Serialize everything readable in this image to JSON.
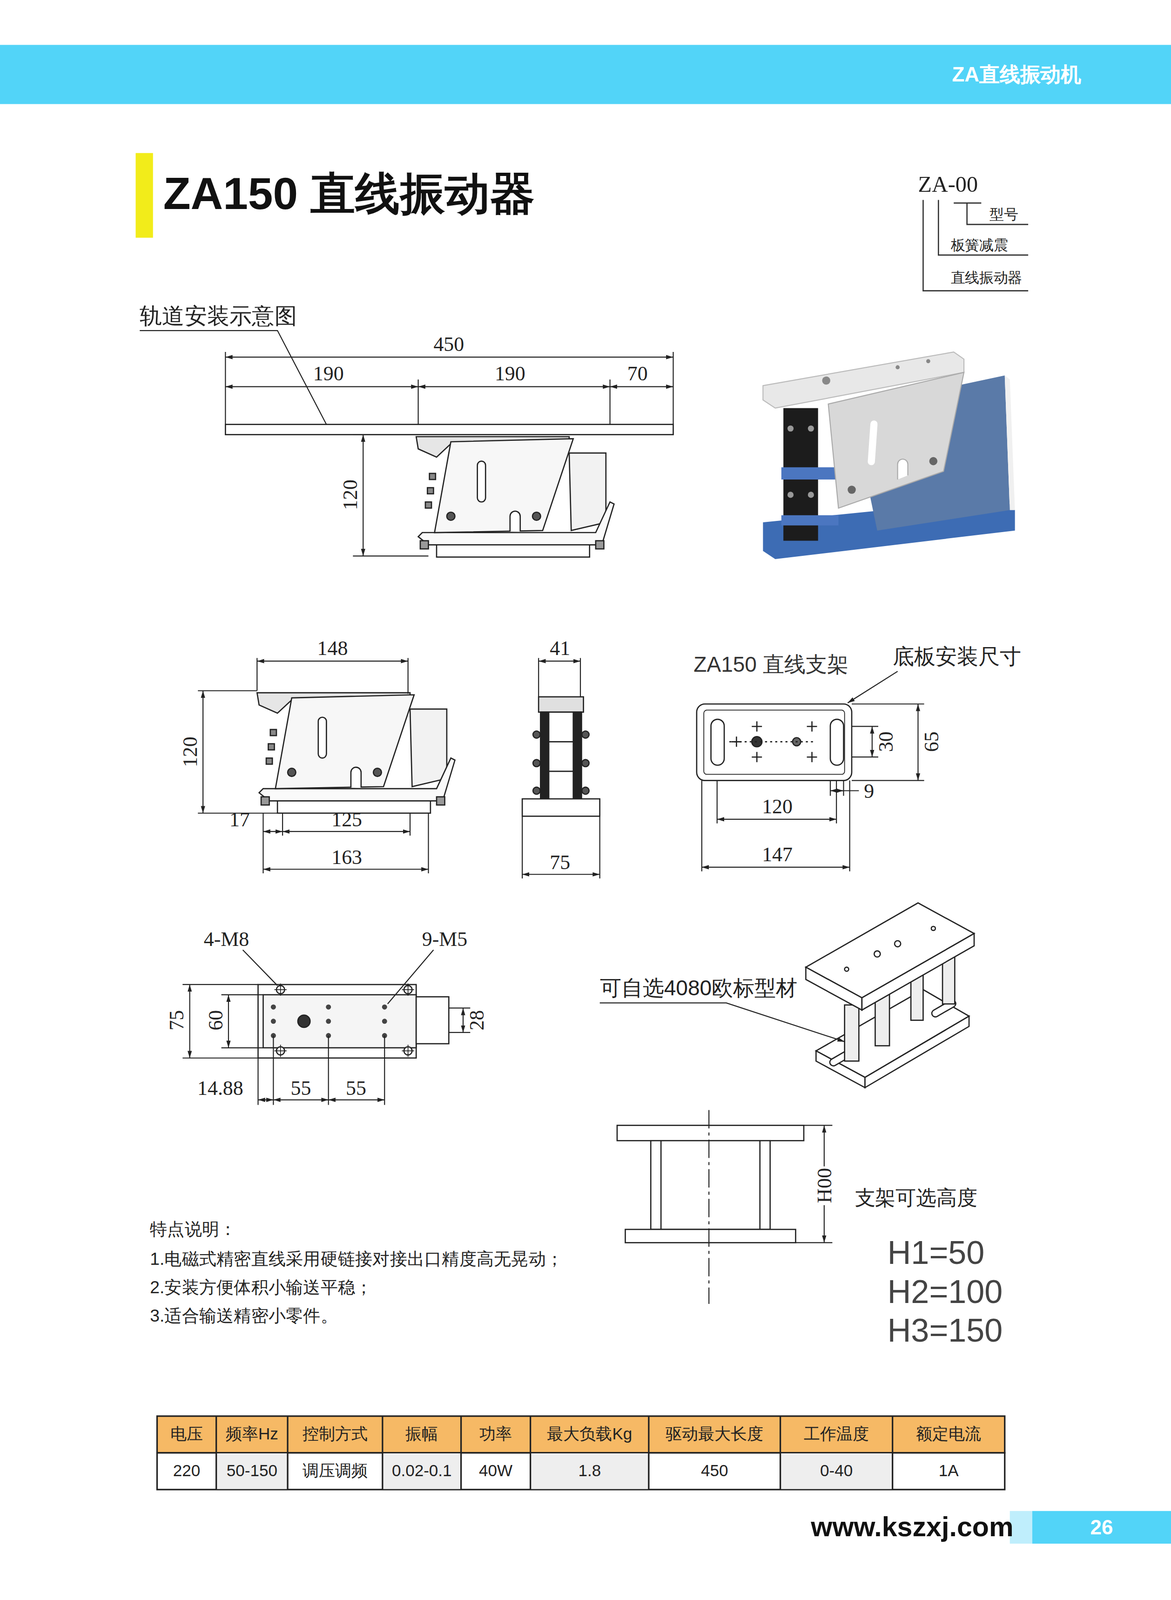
{
  "diagram": {
    "title": "ZA150 直线振动器",
    "nodes": [
      {
        "text": [
          "ZA直线振动机"
        ]
      },
      {
        "text": [
          "26"
        ]
      }
    ],
    "labels": [
      "ZA-00",
      "型号",
      "板簧减震",
      "直线振动器",
      "轨道安装示意图",
      "450",
      "190",
      "190",
      "70",
      "120",
      "148",
      "120",
      "17",
      "125",
      "163",
      "41",
      "75",
      "ZA150 直线支架",
      "底板安装尺寸",
      "30",
      "65",
      "9",
      "120",
      "147",
      "4-M8",
      "9-M5",
      "75",
      "60",
      "28",
      "14.88",
      "55",
      "55",
      "可自选4080欧标型材",
      "H00",
      "支架可选高度",
      "H1=50",
      "H2=100",
      "H3=150",
      "特点说明：",
      "1.电磁式精密直线采用硬链接对接出口精度高无晃动；",
      "2.安装方便体积小输送平稳；",
      "3.适合输送精密小零件。",
      "电压",
      "频率Hz",
      "控制方式",
      "振幅",
      "功率",
      "最大负载Kg",
      "驱动最大长度",
      "工作温度",
      "额定电流",
      "220",
      "50-150",
      "调压调频",
      "0.02-0.1",
      "40W",
      "1.8",
      "450",
      "0-40",
      "1A",
      "www.kszxj.com"
    ]
  }
}
